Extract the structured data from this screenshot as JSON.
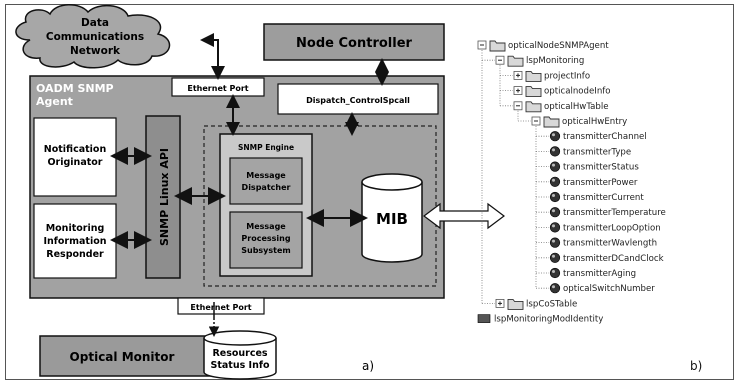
{
  "diagram_a": {
    "cloud_label": [
      "Data",
      "Communications",
      "Network"
    ],
    "node_controller": "Node Controller",
    "agent_title": [
      "OADM SNMP",
      "Agent"
    ],
    "ethernet_port_top": "Ethernet Port",
    "dispatch": "Dispatch_ControlSpcall",
    "notification": [
      "Notification",
      "Originator"
    ],
    "monitoring": [
      "Monitoring",
      "Information",
      "Responder"
    ],
    "snmp_api": "SNMP Linux API",
    "snmp_engine": "SNMP Engine",
    "message_dispatcher": [
      "Message",
      "Dispatcher"
    ],
    "message_processing": [
      "Message",
      "Processing",
      "Subsystem"
    ],
    "mib": "MIB",
    "ethernet_port_bottom": "Ethernet Port",
    "optical_monitor": "Optical Monitor",
    "resources": [
      "Resources",
      "Status Info"
    ],
    "label": "a)"
  },
  "diagram_b": {
    "label": "b)",
    "tree": [
      {
        "text": "opticalNodeSNMPAgent",
        "level": 0,
        "kind": "folder",
        "exp": "-"
      },
      {
        "text": "lspMonitoring",
        "level": 1,
        "kind": "folder",
        "exp": "-"
      },
      {
        "text": "projectInfo",
        "level": 2,
        "kind": "folder",
        "exp": "+"
      },
      {
        "text": "opticalnodeInfo",
        "level": 2,
        "kind": "folder",
        "exp": "+"
      },
      {
        "text": "opticalHwTable",
        "level": 2,
        "kind": "folder",
        "exp": "-"
      },
      {
        "text": "opticalHwEntry",
        "level": 3,
        "kind": "folder",
        "exp": "-"
      },
      {
        "text": "transmitterChannel",
        "level": 4,
        "kind": "leaf"
      },
      {
        "text": "transmitterType",
        "level": 4,
        "kind": "leaf"
      },
      {
        "text": "transmitterStatus",
        "level": 4,
        "kind": "leaf"
      },
      {
        "text": "transmitterPower",
        "level": 4,
        "kind": "leaf"
      },
      {
        "text": "transmitterCurrent",
        "level": 4,
        "kind": "leaf"
      },
      {
        "text": "transmitterTemperature",
        "level": 4,
        "kind": "leaf"
      },
      {
        "text": "transmitterLoopOption",
        "level": 4,
        "kind": "leaf"
      },
      {
        "text": "transmitterWavlength",
        "level": 4,
        "kind": "leaf"
      },
      {
        "text": "transmitterDCandClock",
        "level": 4,
        "kind": "leaf"
      },
      {
        "text": "transmitterAging",
        "level": 4,
        "kind": "leaf"
      },
      {
        "text": "opticalSwitchNumber",
        "level": 4,
        "kind": "leaf"
      },
      {
        "text": "lspCoSTable",
        "level": 1,
        "kind": "folder",
        "exp": "+"
      },
      {
        "text": "lspMonitoringModIdentity",
        "level": 0,
        "kind": "module"
      }
    ]
  }
}
